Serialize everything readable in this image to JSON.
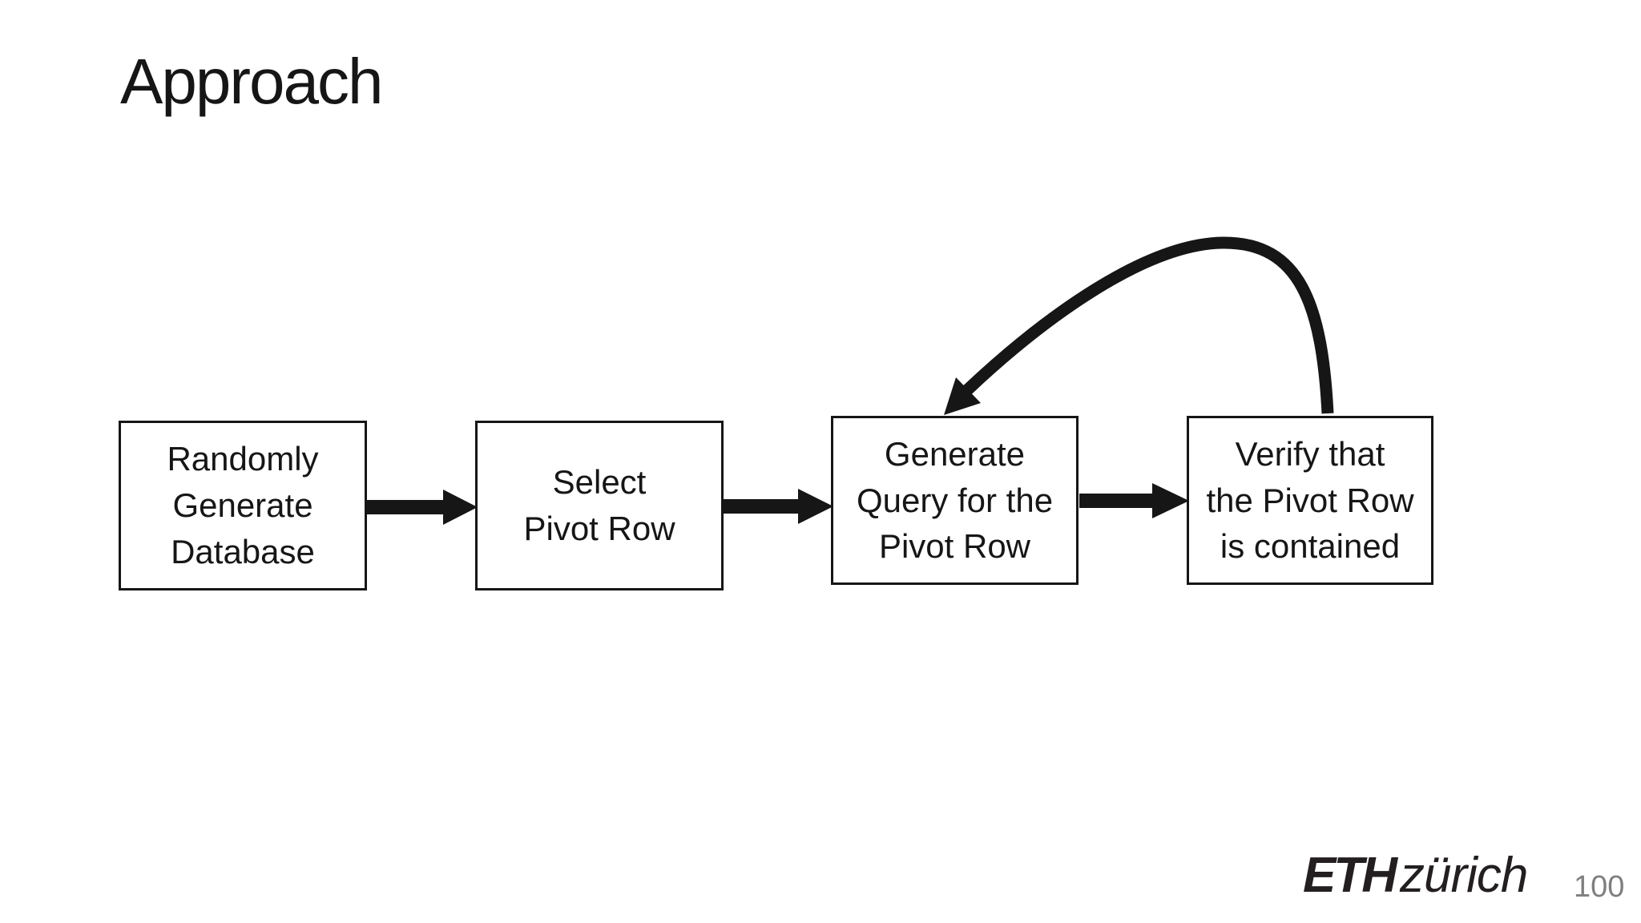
{
  "slide": {
    "title": "Approach",
    "background_color": "#ffffff",
    "ink_color": "#161616",
    "page_number": "100",
    "page_number_color": "#7f7f7f"
  },
  "flowchart": {
    "boxes": [
      {
        "id": "randomly-generate-database",
        "label": "Randomly\nGenerate\nDatabase"
      },
      {
        "id": "select-pivot-row",
        "label": "Select\nPivot Row"
      },
      {
        "id": "generate-query-for-pivot-row",
        "label": "Generate\nQuery for the\nPivot Row"
      },
      {
        "id": "verify-pivot-row-contained",
        "label": "Verify that\nthe Pivot Row\nis contained"
      }
    ],
    "connections": [
      {
        "from": "randomly-generate-database",
        "to": "select-pivot-row",
        "type": "straight-arrow"
      },
      {
        "from": "select-pivot-row",
        "to": "generate-query-for-pivot-row",
        "type": "straight-arrow"
      },
      {
        "from": "generate-query-for-pivot-row",
        "to": "verify-pivot-row-contained",
        "type": "straight-arrow"
      },
      {
        "from": "verify-pivot-row-contained",
        "to": "generate-query-for-pivot-row",
        "type": "curved-loop-arrow"
      }
    ]
  },
  "footer": {
    "logo_wordmark": "ETH",
    "logo_city": "zürich",
    "page_number": "100"
  }
}
